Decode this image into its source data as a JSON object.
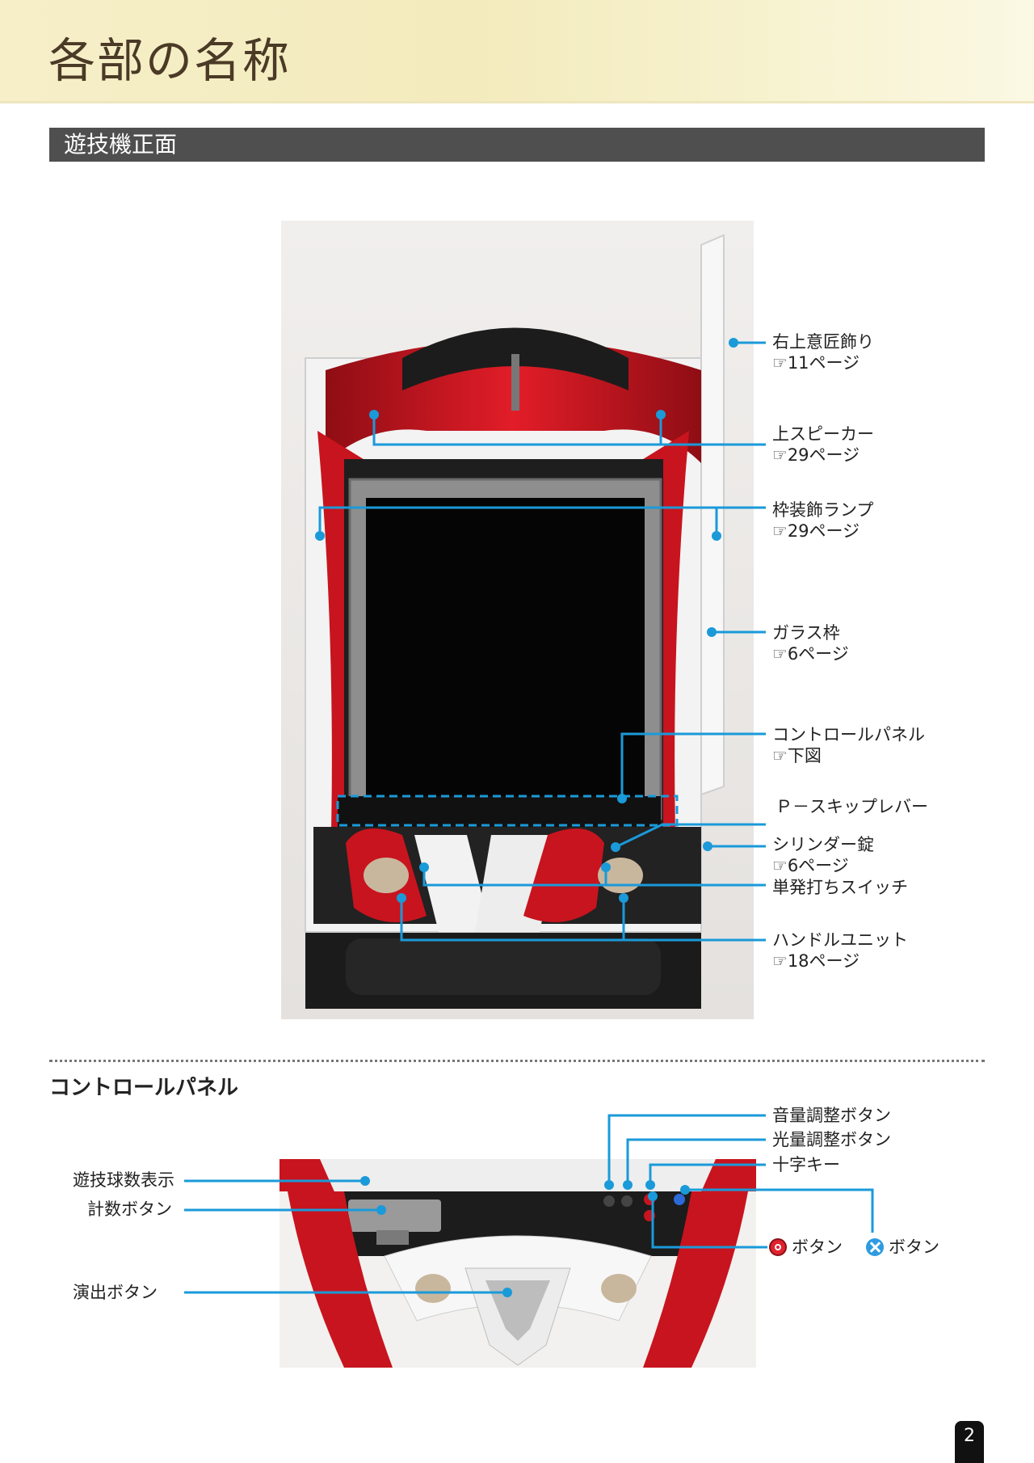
{
  "header": {
    "title": "各部の名称"
  },
  "section": {
    "title": "遊技機正面"
  },
  "front_labels": {
    "top_right_decor": {
      "name": "右上意匠飾り",
      "ref": "☞11ページ"
    },
    "top_speaker": {
      "name": "上スピーカー",
      "ref": "☞29ページ"
    },
    "frame_lamp": {
      "name": "枠装飾ランプ",
      "ref": "☞29ページ"
    },
    "glass_frame": {
      "name": "ガラス枠",
      "ref": "☞6ページ"
    },
    "control_panel": {
      "name": "コントロールパネル",
      "ref": "☞下図"
    },
    "skip_lever": {
      "name": "Ｐ－スキップレバー"
    },
    "cylinder_lock": {
      "name": "シリンダー錠",
      "ref": "☞6ページ"
    },
    "single_shot_switch": {
      "name": "単発打ちスイッチ"
    },
    "handle_unit": {
      "name": "ハンドルユニット",
      "ref": "☞18ページ"
    }
  },
  "control_panel_section": {
    "title": "コントロールパネル",
    "labels": {
      "ball_count_display": "遊技球数表示",
      "count_button": "計数ボタン",
      "effect_button": "演出ボタン",
      "volume_button": "音量調整ボタン",
      "brightness_button": "光量調整ボタン",
      "cross_key": "十字キー",
      "circle_button": "ボタン",
      "cross_button": "ボタン"
    }
  },
  "colors": {
    "callout_line": "#1a9ad9",
    "header_band": "#f4ecc2",
    "section_bar": "#4f4f4f",
    "machine_red": "#c8141e"
  },
  "icons": {
    "circle_button_icon": "red-circle-icon",
    "cross_button_icon": "blue-cross-icon"
  },
  "page": {
    "number": "2"
  }
}
